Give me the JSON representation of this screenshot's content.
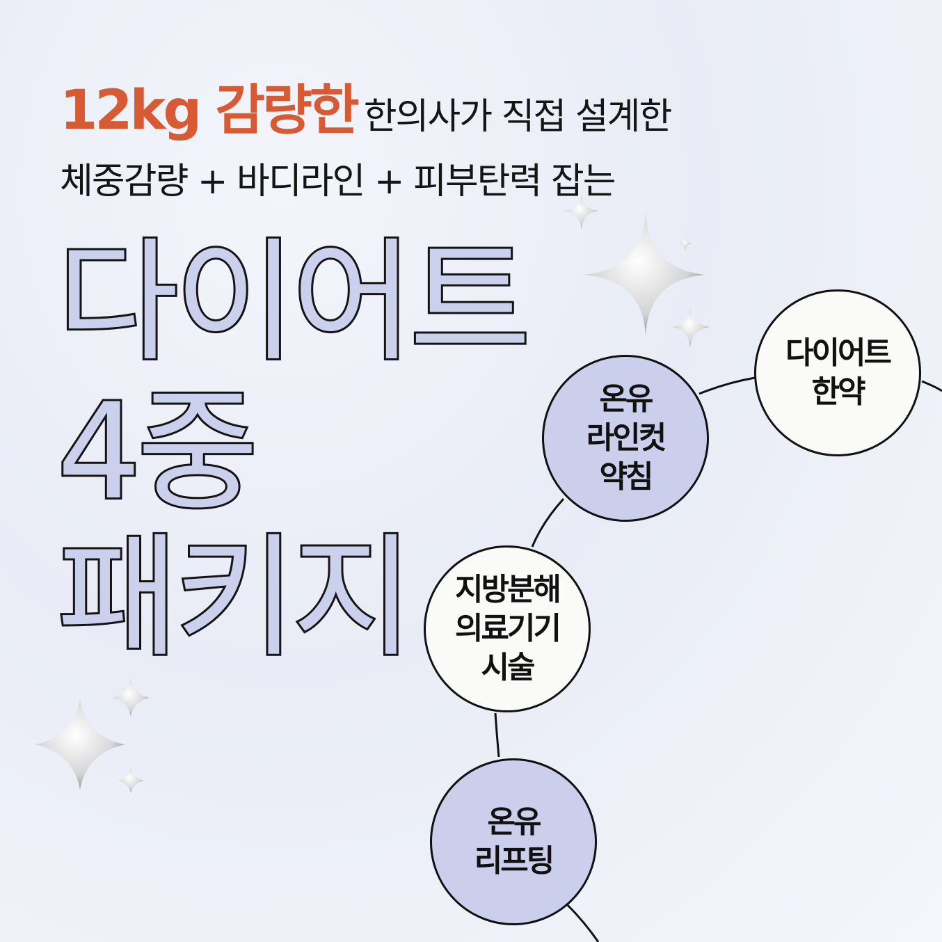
{
  "header": {
    "accent_text": "12kg 감량한",
    "line1_rest": "한의사가 직접 설계한",
    "line2": "체중감량 + 바디라인 + 피부탄력 잡는"
  },
  "title": {
    "line1": "다이어트",
    "line2": "4중",
    "line3": "패키지"
  },
  "nodes": [
    {
      "lines": [
        "다이어트",
        "한약"
      ],
      "style": "white"
    },
    {
      "lines": [
        "온유",
        "라인컷",
        "약침"
      ],
      "style": "lavender"
    },
    {
      "lines": [
        "지방분해",
        "의료기기",
        "시술"
      ],
      "style": "white"
    },
    {
      "lines": [
        "온유",
        "리프팅"
      ],
      "style": "lavender"
    }
  ],
  "colors": {
    "accent": "#d65a34",
    "lavender": "#cbcfec",
    "text": "#151515",
    "background": "#eceff8"
  }
}
